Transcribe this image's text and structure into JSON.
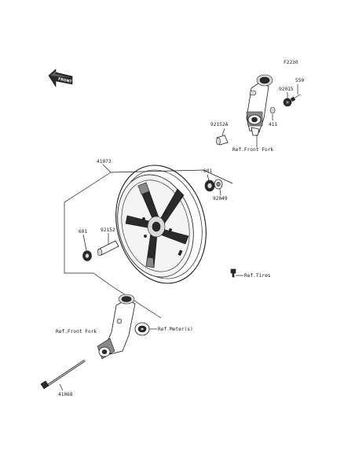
{
  "figure_code": "F2230",
  "front_arrow_text": "FRONT",
  "labels": {
    "p550": "550",
    "p92015": "92015",
    "p411": "411",
    "p92152A": "92152A",
    "ref_front_fork_top": "Ref.Front Fork",
    "p41073": "41073",
    "p601_top": "601",
    "p92049": "92049",
    "p92152": "92152",
    "p601_left": "601",
    "ref_tires": "Ref.Tires",
    "ref_front_fork_bottom": "Ref.Front Fork",
    "ref_meter": "Ref.Meter(s)",
    "p41068": "41068"
  }
}
